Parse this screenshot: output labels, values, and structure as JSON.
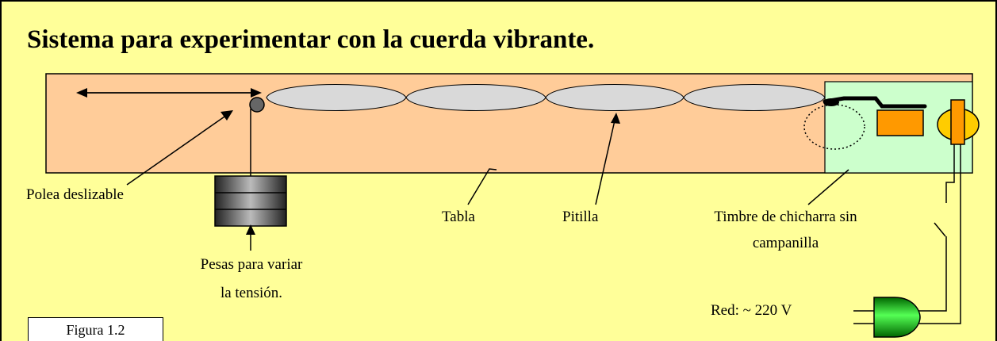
{
  "title": "Sistema para experimentar con la cuerda vibrante.",
  "labels": {
    "polea": "Polea deslizable",
    "pesas_line1": "Pesas para variar",
    "pesas_line2": "la tensión.",
    "tabla": "Tabla",
    "pitilla": "Pitilla",
    "timbre_line1": "Timbre de chicharra sin",
    "timbre_line2": "campanilla",
    "red": "Red: ~ 220 V",
    "figura": "Figura 1.2"
  },
  "colors": {
    "background": "#ffff99",
    "board": "#ffcc99",
    "buzzer_panel": "#ccffcc",
    "string_loops": "#d9d9d9",
    "hammer": "#ff9900",
    "bell": "#ffcc00",
    "plug": "#00cc00"
  }
}
